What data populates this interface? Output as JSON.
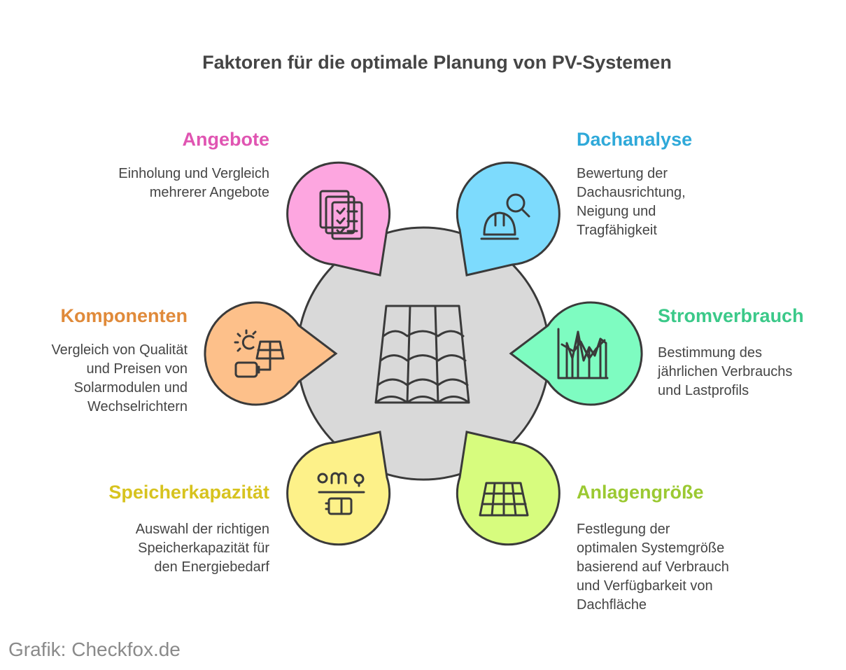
{
  "title": "Faktoren für die optimale Planung von PV-Systemen",
  "colors": {
    "center": "#d9d9d9",
    "outline": "#3a3a3a",
    "angebote": "#fda6e0",
    "dachanalyse": "#7ddbfd",
    "komponenten": "#fdc08a",
    "stromverbrauch": "#7efcc1",
    "speicherkapazitaet": "#fdf189",
    "anlagengroesse": "#d7fc7e"
  },
  "center": {
    "icon": "solar-roof-icon"
  },
  "factors": {
    "angebote": {
      "title": "Angebote",
      "title_color": "#e055b2",
      "description": "Einholung und Vergleich\nmehrerer Angebote",
      "icon": "document-checklist-icon"
    },
    "dachanalyse": {
      "title": "Dachanalyse",
      "title_color": "#2fa9d9",
      "description": "Bewertung der\nDachausrichtung,\nNeigung und\nTragfähigkeit",
      "icon": "hardhat-magnifier-icon"
    },
    "komponenten": {
      "title": "Komponenten",
      "title_color": "#e08a3a",
      "description": "Vergleich von Qualität\nund Preisen von\nSolarmodulen und\nWechselrichtern",
      "icon": "sun-panel-battery-icon"
    },
    "stromverbrauch": {
      "title": "Stromverbrauch",
      "title_color": "#3bc989",
      "description": "Bestimmung des\njährlichen Verbrauchs\nund Lastprofils",
      "icon": "consumption-chart-icon"
    },
    "speicherkapazitaet": {
      "title": "Speicherkapazität",
      "title_color": "#d7c31f",
      "description": "Auswahl der richtigen\nSpeicherkapazität für\nden Energiebedarf",
      "icon": "storage-battery-icon"
    },
    "anlagengroesse": {
      "title": "Anlagengröße",
      "title_color": "#9bc932",
      "description": "Festlegung der\noptimalen Systemgröße\nbasierend auf Verbrauch\nund Verfügbarkeit von\nDachfläche",
      "icon": "solar-panel-grid-icon"
    }
  },
  "credit": "Grafik: Checkfox.de"
}
